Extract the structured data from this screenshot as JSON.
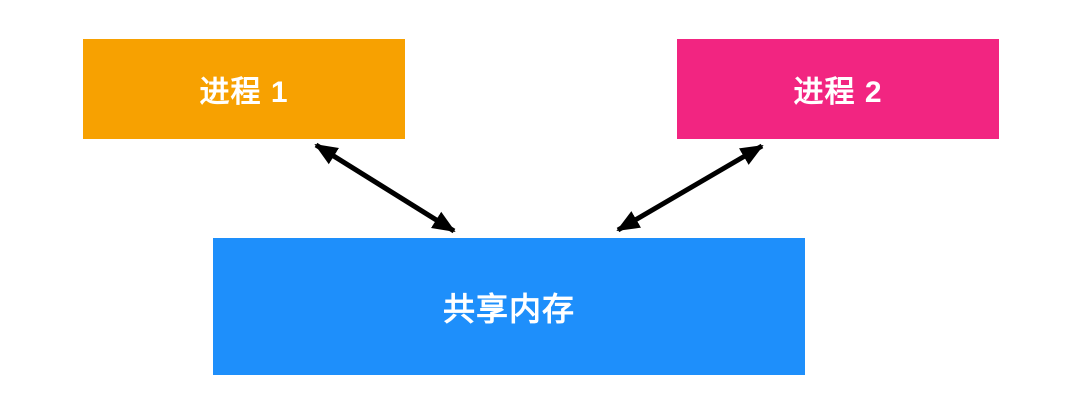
{
  "diagram": {
    "background_color": "#ffffff",
    "nodes": [
      {
        "id": "process-1",
        "label": "进程 1",
        "fill": "#F7A101",
        "text_color": "#ffffff"
      },
      {
        "id": "process-2",
        "label": "进程 2",
        "fill": "#F22581",
        "text_color": "#ffffff"
      },
      {
        "id": "shared-memory",
        "label": "共享内存",
        "fill": "#1E8FFB",
        "text_color": "#ffffff"
      }
    ],
    "edges": [
      {
        "id": "edge-process1-sharedmemory",
        "from": "process-1",
        "to": "shared-memory",
        "direction": "bidirectional",
        "color": "#000000"
      },
      {
        "id": "edge-process2-sharedmemory",
        "from": "process-2",
        "to": "shared-memory",
        "direction": "bidirectional",
        "color": "#000000"
      }
    ]
  }
}
